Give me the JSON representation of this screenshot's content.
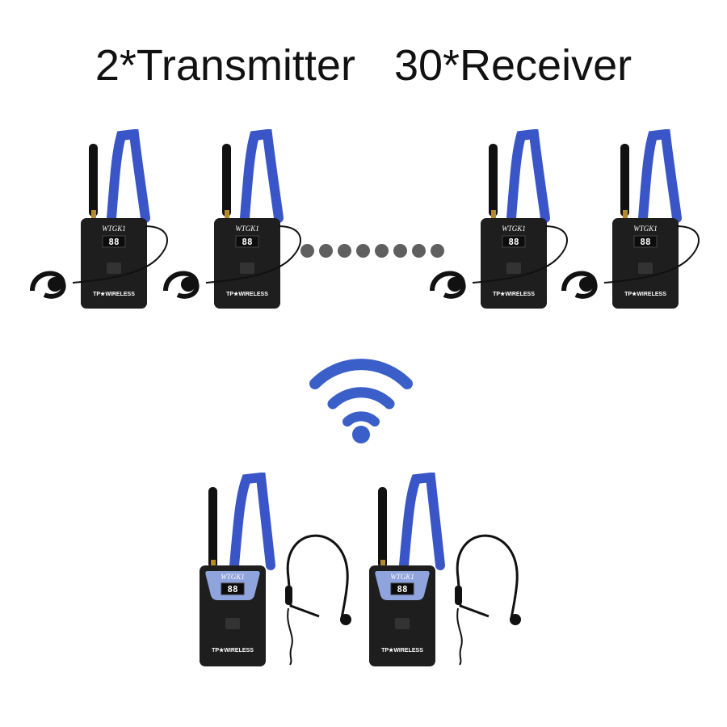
{
  "headline": {
    "transmitter_text": "2*Transmitter",
    "receiver_text": "30*Receiver"
  },
  "receivers": [
    {
      "logo": "WTGK1",
      "display": "88",
      "brand": "TP★WIRELESS"
    },
    {
      "logo": "WTGK1",
      "display": "88",
      "brand": "TP★WIRELESS"
    },
    {
      "logo": "WTGK1",
      "display": "88",
      "brand": "TP★WIRELESS"
    },
    {
      "logo": "WTGK1",
      "display": "88",
      "brand": "TP★WIRELESS"
    }
  ],
  "transmitters": [
    {
      "logo": "WTGK1",
      "display": "88",
      "brand": "TP★WIRELESS"
    },
    {
      "logo": "WTGK1",
      "display": "88",
      "brand": "TP★WIRELESS"
    }
  ],
  "icons": {
    "signal": "wifi-signal-icon",
    "ellipsis": "more-receivers-dots-icon"
  },
  "colors": {
    "lanyard": "#3a55c8",
    "device_body": "#1e1e1e",
    "wifi": "#3a5fc9",
    "transmitter_panel": "#8fa3dc",
    "dots": "#5f5f5f"
  }
}
